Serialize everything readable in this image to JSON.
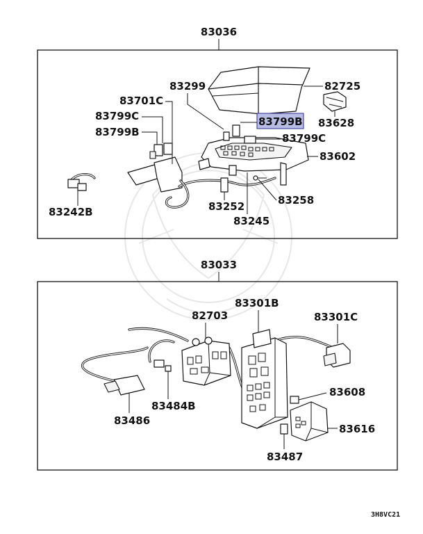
{
  "accent_colors": {
    "highlight_fill": "#b8bde6",
    "highlight_stroke": "#2a2f8a"
  },
  "groups": [
    {
      "assembly": "83036",
      "labels": [
        "83299",
        "82725",
        "83701C",
        "83799C",
        "83799B",
        "83628",
        "83799B",
        "83799C",
        "83602",
        "83242B",
        "83252",
        "83258",
        "83245"
      ]
    },
    {
      "assembly": "83033",
      "labels": [
        "82703",
        "83301B",
        "83301C",
        "83608",
        "83484B",
        "83486",
        "83616",
        "83487"
      ]
    }
  ],
  "highlighted_part": "83799B",
  "image_code": "3H8VC21"
}
